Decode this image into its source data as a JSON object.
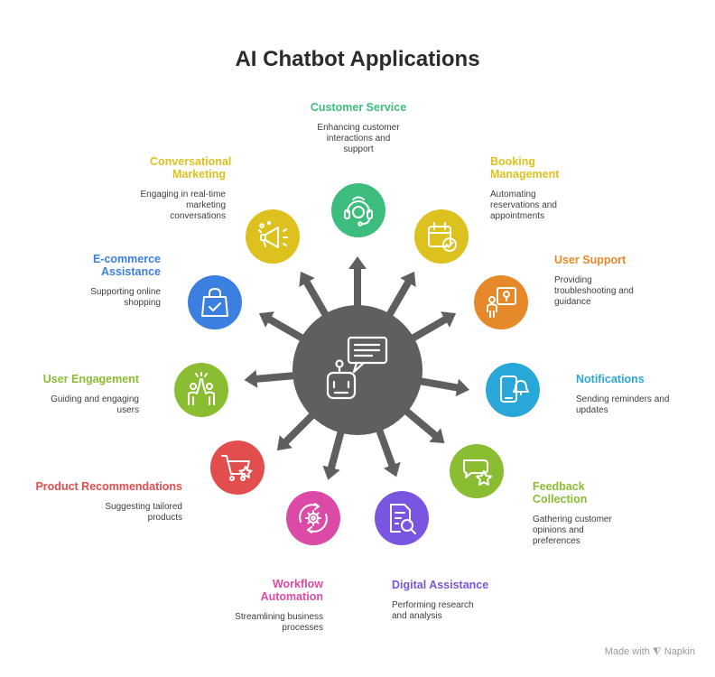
{
  "title": "AI Chatbot Applications",
  "hub": {
    "color": "#5f5f5f",
    "icon": "chatbot-icon"
  },
  "applications": [
    {
      "id": "customer-service",
      "title": "Customer Service",
      "description": "Enhancing customer interactions and support",
      "color": "#3dbd7d",
      "icon": "headset-icon"
    },
    {
      "id": "booking-management",
      "title": "Booking Management",
      "description": "Automating reservations and appointments",
      "color": "#dcc11f",
      "icon": "calendar-check-icon"
    },
    {
      "id": "user-support",
      "title": "User Support",
      "description": "Providing troubleshooting and guidance",
      "color": "#e5892a",
      "icon": "help-person-icon"
    },
    {
      "id": "notifications",
      "title": "Notifications",
      "description": "Sending reminders and updates",
      "color": "#2aa7d9",
      "icon": "phone-bell-icon"
    },
    {
      "id": "feedback-collection",
      "title": "Feedback Collection",
      "description": "Gathering customer opinions and preferences",
      "color": "#8bbd33",
      "icon": "star-bubble-icon"
    },
    {
      "id": "digital-assistance",
      "title": "Digital Assistance",
      "description": "Performing research and analysis",
      "color": "#7a55e0",
      "icon": "document-search-icon"
    },
    {
      "id": "workflow-automation",
      "title": "Workflow Automation",
      "description": "Streamlining business processes",
      "color": "#da4aa6",
      "icon": "gear-cycle-icon"
    },
    {
      "id": "product-recommendations",
      "title": "Product Recommendations",
      "description": "Suggesting tailored products",
      "color": "#e24d4d",
      "icon": "cart-star-icon"
    },
    {
      "id": "user-engagement",
      "title": "User Engagement",
      "description": "Guiding and engaging users",
      "color": "#8bbd33",
      "icon": "high-five-icon"
    },
    {
      "id": "ecommerce-assistance",
      "title": "E-commerce Assistance",
      "description": "Supporting online shopping",
      "color": "#3b7fe0",
      "icon": "shopping-bag-check-icon"
    },
    {
      "id": "conversational-marketing",
      "title": "Conversational Marketing",
      "description": "Engaging in real-time marketing conversations",
      "color": "#dcc11f",
      "icon": "megaphone-icon"
    }
  ],
  "footer": "Made with ⧨ Napkin"
}
